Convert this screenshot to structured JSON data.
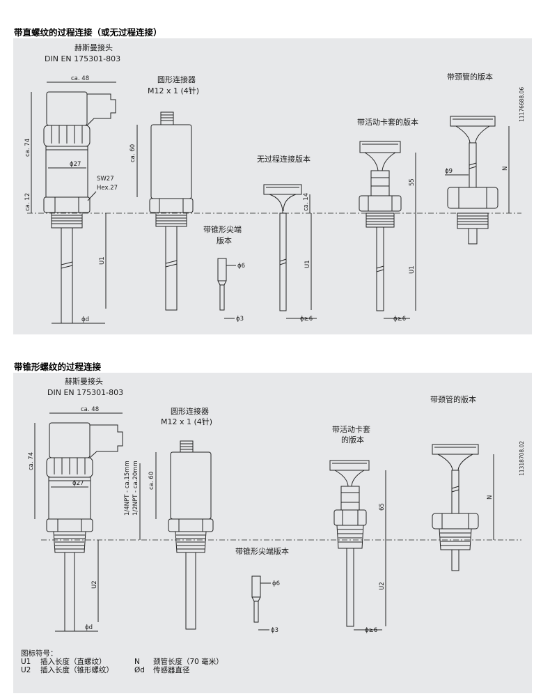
{
  "section1": {
    "title": "带直螺纹的过程连接（或无过程连接）",
    "labels": {
      "hirschmann_line1": "赫斯曼接头",
      "hirschmann_line2": "DIN EN 175301-803",
      "m12_line1": "圆形连接器",
      "m12_line2": "M12 x 1 (4针)",
      "neck": "带颈管的版本",
      "compression": "带活动卡套的版本",
      "no_process": "无过程连接版本",
      "tapered_line1": "带锥形尖端",
      "tapered_line2": "版本"
    },
    "dims": {
      "ca48": "ca. 48",
      "ca74": "ca. 74",
      "ca12": "ca. 12",
      "d27": "ϕ27",
      "sw27": "SW27",
      "hex27": "Hex.27",
      "ca60": "ca. 60",
      "ca14": "ca. 14",
      "u1": "U1",
      "dd": "ϕd",
      "d6": "ϕ6",
      "d3": "ϕ3",
      "dge6a": "ϕ≥6",
      "dge6b": "ϕ≥6",
      "d9": "ϕ9",
      "n": "N",
      "h55": "55"
    },
    "drawing_no": "11176688.06"
  },
  "section2": {
    "title": "带锥形螺纹的过程连接",
    "labels": {
      "hirschmann_line1": "赫斯曼接头",
      "hirschmann_line2": "DIN EN 175301-803",
      "m12_line1": "圆形连接器",
      "m12_line2": "M12 x 1 (4针)",
      "neck": "带颈管的版本",
      "compression_line1": "带活动卡套",
      "compression_line2": "的版本",
      "tapered": "带锥形尖端版本"
    },
    "dims": {
      "ca48": "ca. 48",
      "ca74": "ca. 74",
      "d27": "ϕ27",
      "ca60": "ca. 60",
      "npt14": "1/4NPT - ca.15mm",
      "npt12": "1/2NPT - ca.20mm",
      "u2": "U2",
      "dd": "ϕd",
      "d6": "ϕ6",
      "d3": "ϕ3",
      "dge6": "ϕ≥6",
      "h65": "65",
      "n": "N"
    },
    "drawing_no": "11318708.02"
  },
  "legend": {
    "title": "图标符号：",
    "items": [
      {
        "sym": "U1",
        "text": "插入长度（直螺纹）",
        "sym2": "N",
        "text2": "颈管长度（70 毫米）"
      },
      {
        "sym": "U2",
        "text": "插入长度（锥形螺纹）",
        "sym2": "Ød",
        "text2": "传感器直径"
      }
    ]
  }
}
